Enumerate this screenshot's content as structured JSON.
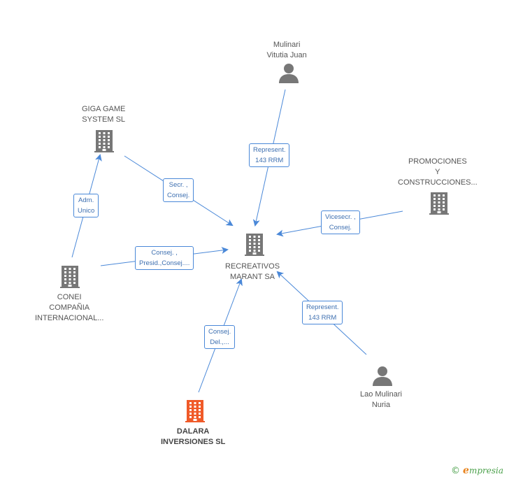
{
  "colors": {
    "edge": "#4a88d8",
    "company": "#777777",
    "person": "#777777",
    "focus_company": "#f05a28",
    "label_border": "#4a88d8",
    "label_text": "#3d6fb0"
  },
  "nodes": [
    {
      "id": "mulinari-vitutia-juan",
      "kind": "person",
      "icon": "person-icon",
      "label": [
        "Mulinari",
        "Vitutia Juan"
      ]
    },
    {
      "id": "giga-game-system-sl",
      "kind": "company",
      "icon": "building-icon",
      "label": [
        "GIGA GAME",
        "SYSTEM SL"
      ]
    },
    {
      "id": "promociones-y-construcciones",
      "kind": "company",
      "icon": "building-icon",
      "label": [
        "PROMOCIONES",
        "Y",
        "CONSTRUCCIONES..."
      ]
    },
    {
      "id": "recreativos-marant-sa",
      "kind": "company",
      "icon": "building-icon",
      "label": [
        "RECREATIVOS",
        "MARANT SA"
      ]
    },
    {
      "id": "conei-compania-internacional",
      "kind": "company",
      "icon": "building-icon",
      "label": [
        "CONEI",
        "COMPAÑIA",
        "INTERNACIONAL..."
      ]
    },
    {
      "id": "lao-mulinari-nuria",
      "kind": "person",
      "icon": "person-icon",
      "label": [
        "Lao Mulinari",
        "Nuria"
      ]
    },
    {
      "id": "dalara-inversiones-sl",
      "kind": "company",
      "icon": "building-icon",
      "focus": true,
      "label": [
        "DALARA",
        "INVERSIONES SL"
      ]
    }
  ],
  "edges": [
    {
      "id": "mulinari-to-recreativos",
      "from": "mulinari-vitutia-juan",
      "to": "recreativos-marant-sa",
      "label": [
        "Represent.",
        "143 RRM"
      ]
    },
    {
      "id": "giga-to-recreativos",
      "from": "giga-game-system-sl",
      "to": "recreativos-marant-sa",
      "label": [
        "Secr. ,",
        "Consej."
      ]
    },
    {
      "id": "promociones-to-recreativos",
      "from": "promociones-y-construcciones",
      "to": "recreativos-marant-sa",
      "label": [
        "Vicesecr. ,",
        "Consej."
      ]
    },
    {
      "id": "conei-to-giga",
      "from": "conei-compania-internacional",
      "to": "giga-game-system-sl",
      "label": [
        "Adm.",
        "Unico"
      ]
    },
    {
      "id": "conei-to-recreativos",
      "from": "conei-compania-internacional",
      "to": "recreativos-marant-sa",
      "label": [
        "Consej. ,",
        "Presid.,Consej...."
      ]
    },
    {
      "id": "lao-to-recreativos",
      "from": "lao-mulinari-nuria",
      "to": "recreativos-marant-sa",
      "label": [
        "Represent.",
        "143 RRM"
      ]
    },
    {
      "id": "dalara-to-recreativos",
      "from": "dalara-inversiones-sl",
      "to": "recreativos-marant-sa",
      "label": [
        "Consej.",
        "Del.,..."
      ]
    }
  ],
  "brand": {
    "copyright_symbol": "©",
    "initial": "e",
    "name": "mpresia"
  }
}
